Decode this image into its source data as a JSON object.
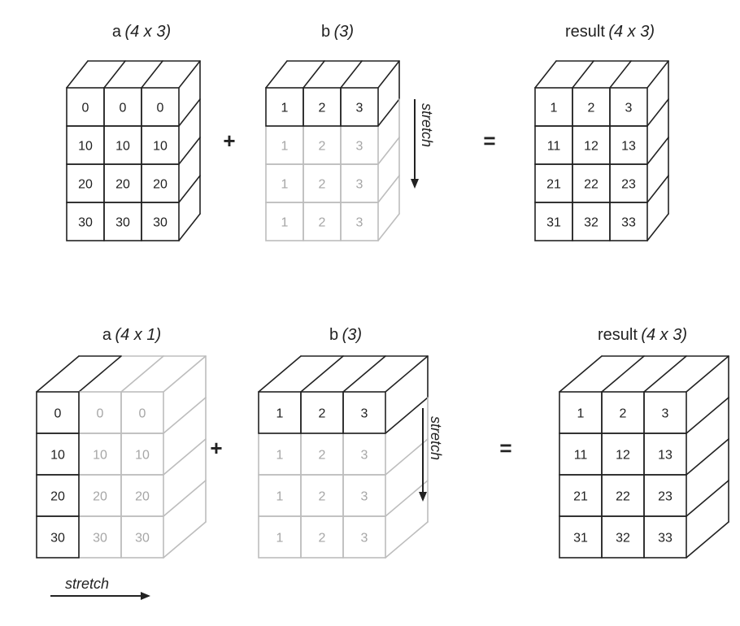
{
  "colors": {
    "solid": "#222222",
    "faded": "#bdbdbd",
    "faded_text": "#a6a6a6"
  },
  "top": {
    "a": {
      "name": "a",
      "shape": "(4 x 3)",
      "rows": [
        [
          "0",
          "0",
          "0"
        ],
        [
          "10",
          "10",
          "10"
        ],
        [
          "20",
          "20",
          "20"
        ],
        [
          "30",
          "30",
          "30"
        ]
      ]
    },
    "b": {
      "name": "b",
      "shape": "(3)",
      "rows": [
        [
          "1",
          "2",
          "3"
        ],
        [
          "1",
          "2",
          "3"
        ],
        [
          "1",
          "2",
          "3"
        ],
        [
          "1",
          "2",
          "3"
        ]
      ]
    },
    "result": {
      "name": "result",
      "shape": "(4 x 3)",
      "rows": [
        [
          "1",
          "2",
          "3"
        ],
        [
          "11",
          "12",
          "13"
        ],
        [
          "21",
          "22",
          "23"
        ],
        [
          "31",
          "32",
          "33"
        ]
      ]
    },
    "plus": "+",
    "equals": "=",
    "stretch_label": "stretch"
  },
  "bottom": {
    "a": {
      "name": "a",
      "shape": "(4 x 1)",
      "rows": [
        [
          "0",
          "0",
          "0"
        ],
        [
          "10",
          "10",
          "10"
        ],
        [
          "20",
          "20",
          "20"
        ],
        [
          "30",
          "30",
          "30"
        ]
      ]
    },
    "b": {
      "name": "b",
      "shape": "(3)",
      "rows": [
        [
          "1",
          "2",
          "3"
        ],
        [
          "1",
          "2",
          "3"
        ],
        [
          "1",
          "2",
          "3"
        ],
        [
          "1",
          "2",
          "3"
        ]
      ]
    },
    "result": {
      "name": "result",
      "shape": "(4 x 3)",
      "rows": [
        [
          "1",
          "2",
          "3"
        ],
        [
          "11",
          "12",
          "13"
        ],
        [
          "21",
          "22",
          "23"
        ],
        [
          "31",
          "32",
          "33"
        ]
      ]
    },
    "plus": "+",
    "equals": "=",
    "stretch_label_b": "stretch",
    "stretch_label_a": "stretch"
  }
}
